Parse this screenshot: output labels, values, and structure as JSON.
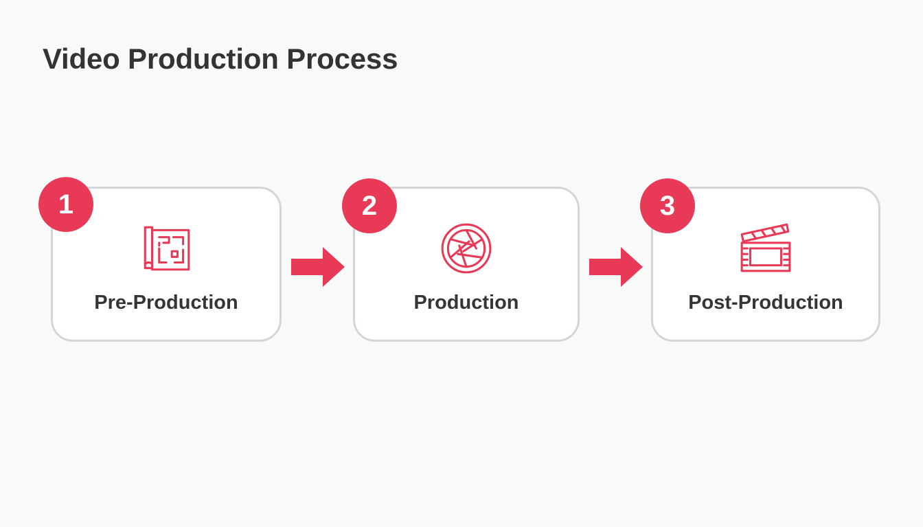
{
  "title": "Video Production Process",
  "accent_color": "#e83a57",
  "steps": [
    {
      "number": "1",
      "label": "Pre-Production",
      "icon": "blueprint-icon"
    },
    {
      "number": "2",
      "label": "Production",
      "icon": "camera-aperture-icon"
    },
    {
      "number": "3",
      "label": "Post-Production",
      "icon": "clapperboard-icon"
    }
  ],
  "connectors": [
    "arrow-right-icon",
    "arrow-right-icon"
  ]
}
